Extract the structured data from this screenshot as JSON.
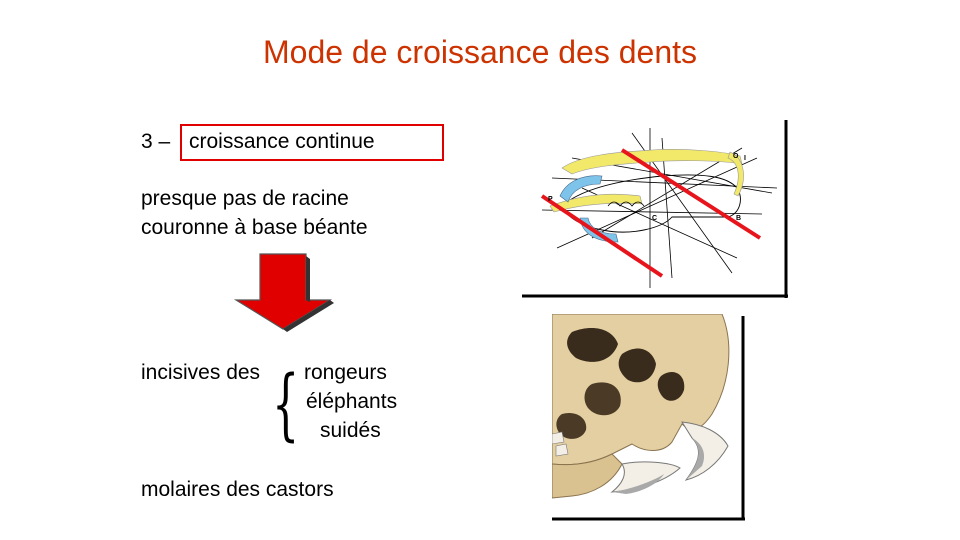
{
  "slide": {
    "title": "Mode de croissance des dents",
    "section_number": "3 –",
    "section_label": "croissance continue",
    "line_no_root": "presque pas de racine",
    "line_crown": "couronne à base béante",
    "incisors_prefix": "incisives des",
    "animals": [
      "rongeurs",
      "éléphants",
      "suidés"
    ],
    "molars": "molaires des castors"
  },
  "diagram": {
    "point_labels": [
      "P",
      "C",
      "B",
      "O",
      "I"
    ]
  },
  "colors": {
    "title": "#cc3300",
    "arrow": "#e00000",
    "highlight_box": "#e00000",
    "bone_yellow": "#f2e86a",
    "incisor_blue": "#7ec4ea",
    "red_line": "#e8141c"
  }
}
